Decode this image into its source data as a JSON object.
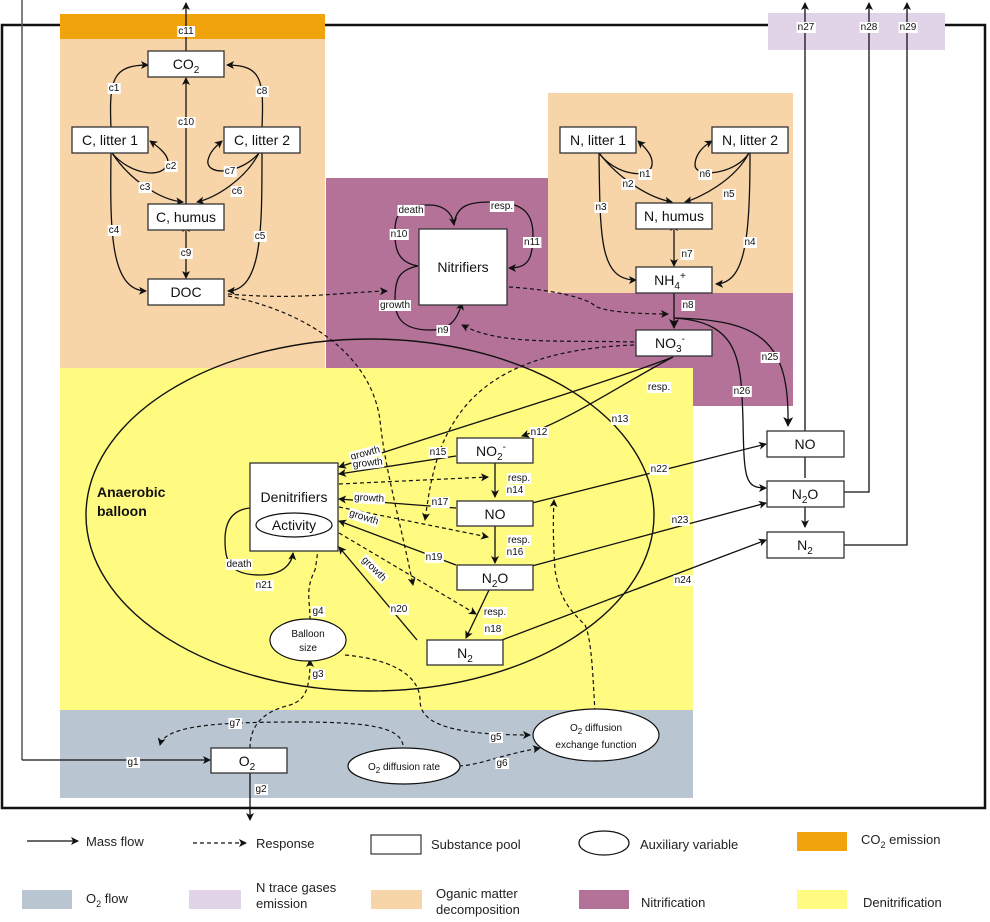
{
  "regions": {
    "co2_emission": {
      "label": "CO2 emission",
      "color": "#F0A30A"
    },
    "organic": {
      "label": "Oganic matter decomposition",
      "color": "#F8D5A8"
    },
    "nitrification": {
      "label": "Nitrification",
      "color": "#B47298"
    },
    "denitrification": {
      "label": "Denitrification",
      "color": "#FFFA80"
    },
    "o2_flow": {
      "label": "O2 flow",
      "color": "#B9C6D2"
    },
    "n_trace": {
      "label": "N trace gases emission",
      "color": "#E2D4E8"
    }
  },
  "pools": {
    "co2": "CO",
    "c_litter1": "C, litter 1",
    "c_litter2": "C, litter 2",
    "c_humus": "C, humus",
    "doc": "DOC",
    "n_litter1": "N, litter 1",
    "n_litter2": "N, litter 2",
    "n_humus": "N, humus",
    "nh4": "NH",
    "no3": "NO",
    "nitrifiers": "Nitrifiers",
    "denitrifiers": "Denitrifiers",
    "no2": "NO",
    "no_in": "NO",
    "n2o_in": "N",
    "n2_in": "N",
    "no_out": "NO",
    "n2o_out": "N",
    "n2_out": "N",
    "o2": "O"
  },
  "aux": {
    "activity": "Activity",
    "balloon_size_1": "Balloon",
    "balloon_size_2": "size",
    "o2_rate": "diffusion rate",
    "o2_exch_1": "diffusion",
    "o2_exch_2": "exchange function"
  },
  "region_title": {
    "line1": "Anaerobic",
    "line2": "balloon"
  },
  "flow_labels": {
    "c1": "c1",
    "c2": "c2",
    "c3": "c3",
    "c4": "c4",
    "c5": "c5",
    "c6": "c6",
    "c7": "c7",
    "c8": "c8",
    "c9": "c9",
    "c10": "c10",
    "c11": "c11",
    "n1": "n1",
    "n2": "n2",
    "n3": "n3",
    "n4": "n4",
    "n5": "n5",
    "n6": "n6",
    "n7": "n7",
    "n8": "n8",
    "n9": "n9",
    "n10": "n10",
    "n11": "n11",
    "n12": "n12",
    "n13": "n13",
    "n14": "n14",
    "n15": "n15",
    "n16": "n16",
    "n17": "n17",
    "n18": "n18",
    "n19": "n19",
    "n20": "n20",
    "n21": "n21",
    "n22": "n22",
    "n23": "n23",
    "n24": "n24",
    "n25": "n25",
    "n26": "n26",
    "n27": "n27",
    "n28": "n28",
    "n29": "n29",
    "g1": "g1",
    "g2": "g2",
    "g3": "g3",
    "g4": "g4",
    "g5": "g5",
    "g6": "g6",
    "g7": "g7",
    "death": "death",
    "resp": "resp.",
    "growth": "growth"
  },
  "legend": {
    "mass_flow": "Mass flow",
    "response": "Response",
    "substance_pool": "Substance pool",
    "auxiliary_variable": "Auxiliary variable",
    "co2_emission": "emission",
    "o2_flow": "flow",
    "n_trace_1": "N trace gases",
    "n_trace_2": "emission",
    "organic_1": "Oganic matter",
    "organic_2": "decomposition",
    "nitrification": "Nitrification",
    "denitrification": "Denitrification"
  }
}
